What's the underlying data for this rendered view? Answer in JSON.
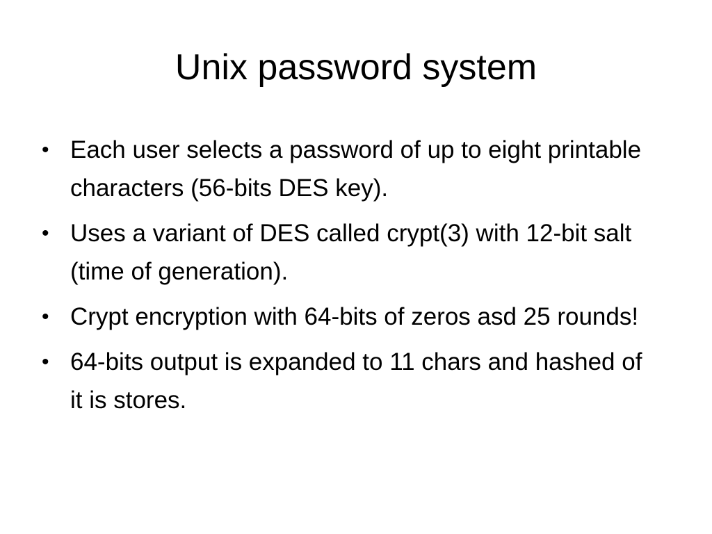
{
  "slide": {
    "title": "Unix password system",
    "bullet_symbol": "•",
    "bullets": [
      {
        "text": "Each user selects a password of up to eight printable characters (56-bits DES key)."
      },
      {
        "text": "Uses a variant of DES called crypt(3) with 12-bit salt (time of generation)."
      },
      {
        "text": "Crypt encryption with 64-bits of zeros asd 25 rounds!"
      },
      {
        "text": "64-bits output is expanded to 11 chars and hashed of it is stores."
      }
    ]
  }
}
